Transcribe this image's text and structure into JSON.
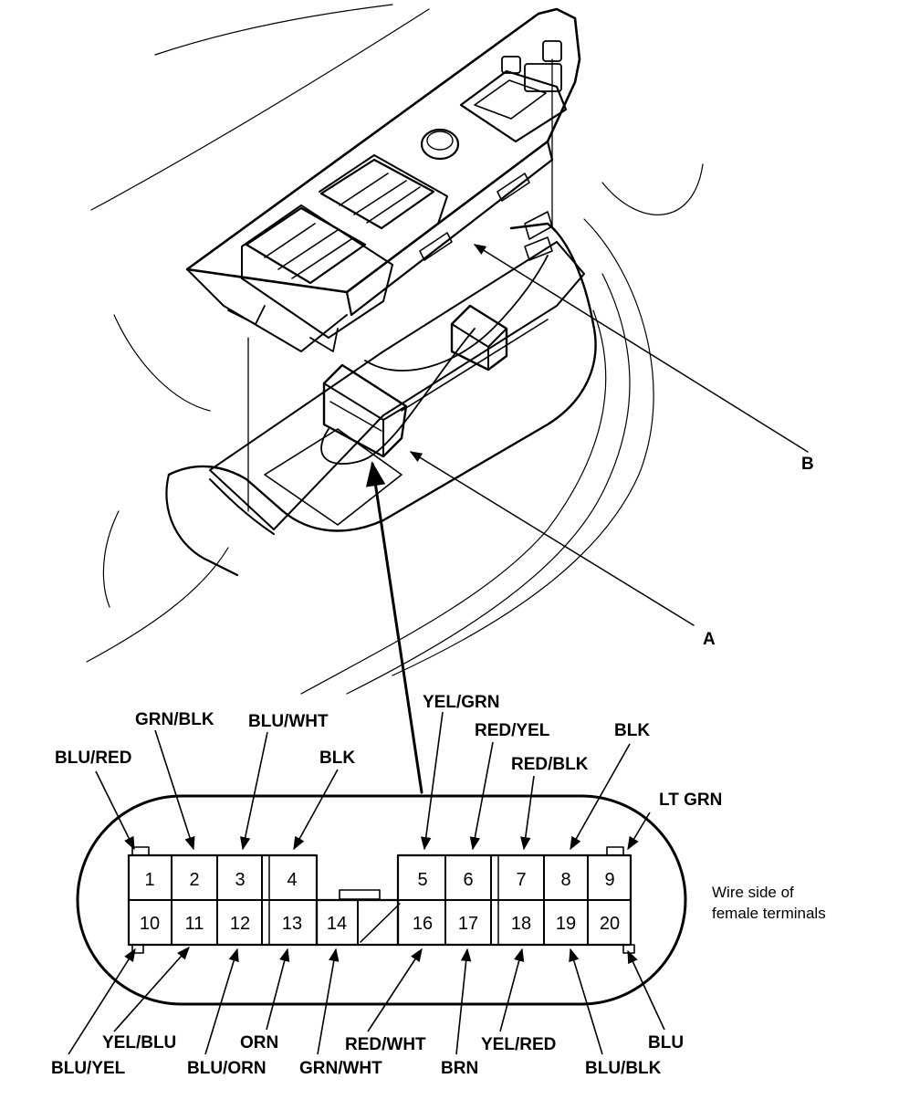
{
  "callouts": {
    "a": "A",
    "b": "B"
  },
  "note": {
    "line1": "Wire side of",
    "line2": "female terminals"
  },
  "terminals": [
    {
      "num": "1",
      "wire": "BLU/RED"
    },
    {
      "num": "2",
      "wire": "GRN/BLK"
    },
    {
      "num": "3",
      "wire": "BLU/WHT"
    },
    {
      "num": "4",
      "wire": "BLK"
    },
    {
      "num": "5",
      "wire": "YEL/GRN"
    },
    {
      "num": "6",
      "wire": "RED/YEL"
    },
    {
      "num": "7",
      "wire": "RED/BLK"
    },
    {
      "num": "8",
      "wire": "BLK"
    },
    {
      "num": "9",
      "wire": "LT GRN"
    },
    {
      "num": "10",
      "wire": "BLU/YEL"
    },
    {
      "num": "11",
      "wire": "YEL/BLU"
    },
    {
      "num": "12",
      "wire": "BLU/ORN"
    },
    {
      "num": "13",
      "wire": "ORN"
    },
    {
      "num": "14",
      "wire": "GRN/WHT"
    },
    {
      "num": "16",
      "wire": "RED/WHT"
    },
    {
      "num": "17",
      "wire": "BRN"
    },
    {
      "num": "18",
      "wire": "YEL/RED"
    },
    {
      "num": "19",
      "wire": "BLU/BLK"
    },
    {
      "num": "20",
      "wire": "BLU"
    }
  ]
}
